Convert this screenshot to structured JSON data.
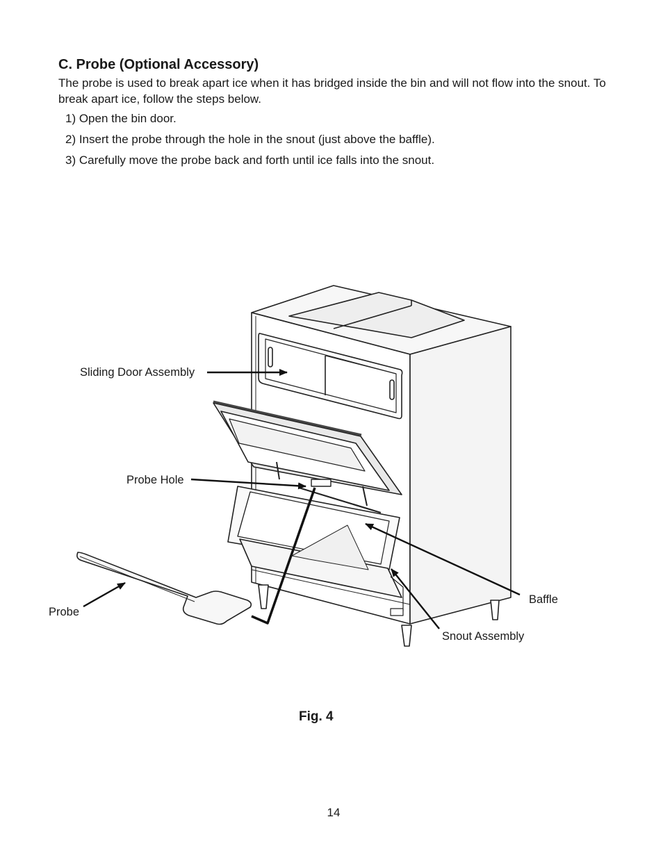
{
  "section": {
    "heading": "C. Probe (Optional Accessory)",
    "intro": "The probe is used to break apart ice when it has bridged inside the bin and will not flow into the snout. To break apart ice, follow the steps below.",
    "steps": [
      "1) Open the bin door.",
      "2) Insert the probe through the hole in the snout (just above the baffle).",
      "3) Carefully move the probe back and forth until ice falls into the snout."
    ]
  },
  "figure": {
    "labels": {
      "sliding_door": "Sliding Door Assembly",
      "probe_hole": "Probe Hole",
      "probe": "Probe",
      "baffle": "Baffle",
      "snout": "Snout Assembly"
    },
    "caption": "Fig. 4"
  },
  "page": {
    "number": "14"
  }
}
